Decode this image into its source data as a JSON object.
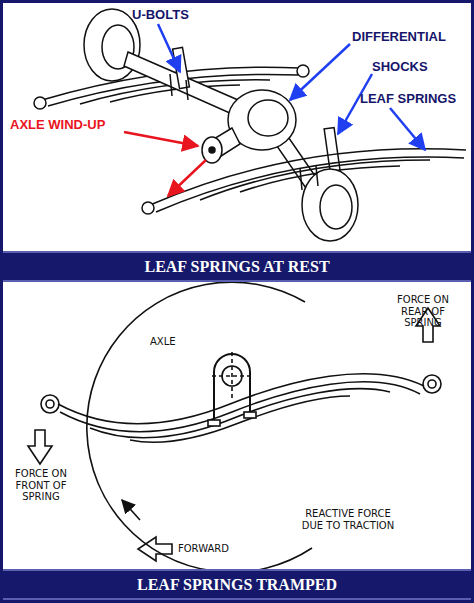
{
  "diagram": {
    "nodes": [
      {
        "text": [
          "LEAF SPRINGS AT REST"
        ]
      },
      {
        "text": [
          "LEAF SPRINGS TRAMPED"
        ]
      }
    ],
    "labels": [
      "U-BOLTS",
      "DIFFERENTIAL",
      "SHOCKS",
      "LEAF SPRINGS",
      "AXLE WIND-UP",
      "AXLE",
      "FORCE ON REAR OF SPRING",
      "FORCE ON FRONT OF SPRING",
      "REACTIVE FORCE DUE TO TRACTION",
      "FORWARD"
    ]
  }
}
